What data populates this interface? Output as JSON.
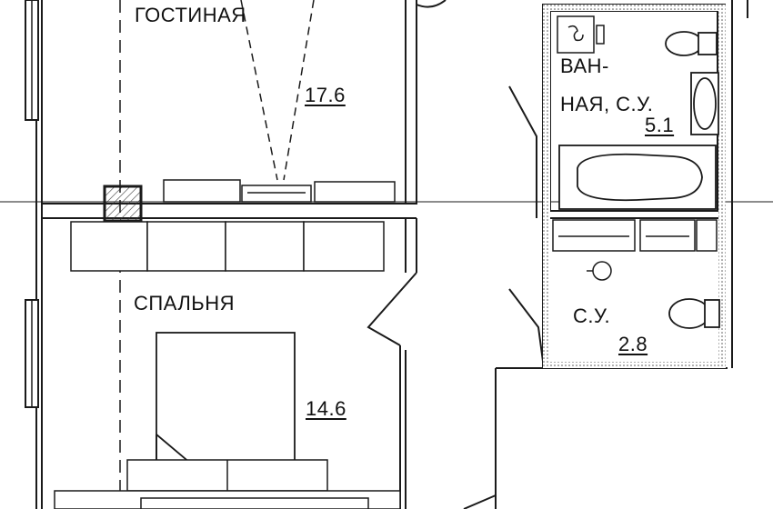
{
  "rooms": [
    {
      "id": "living",
      "name": "ГОСТИНАЯ",
      "area": "17.6"
    },
    {
      "id": "bedroom",
      "name": "СПАЛЬНЯ",
      "area": "14.6"
    },
    {
      "id": "bathroom",
      "name_line1": "ВАН-",
      "name_line2": "НАЯ, С.У.",
      "area": "5.1"
    },
    {
      "id": "wc",
      "name": "С.У.",
      "area": "2.8"
    }
  ],
  "colors": {
    "wall": "#1a1a1a",
    "background": "#ffffff",
    "hatch": "#555555"
  }
}
